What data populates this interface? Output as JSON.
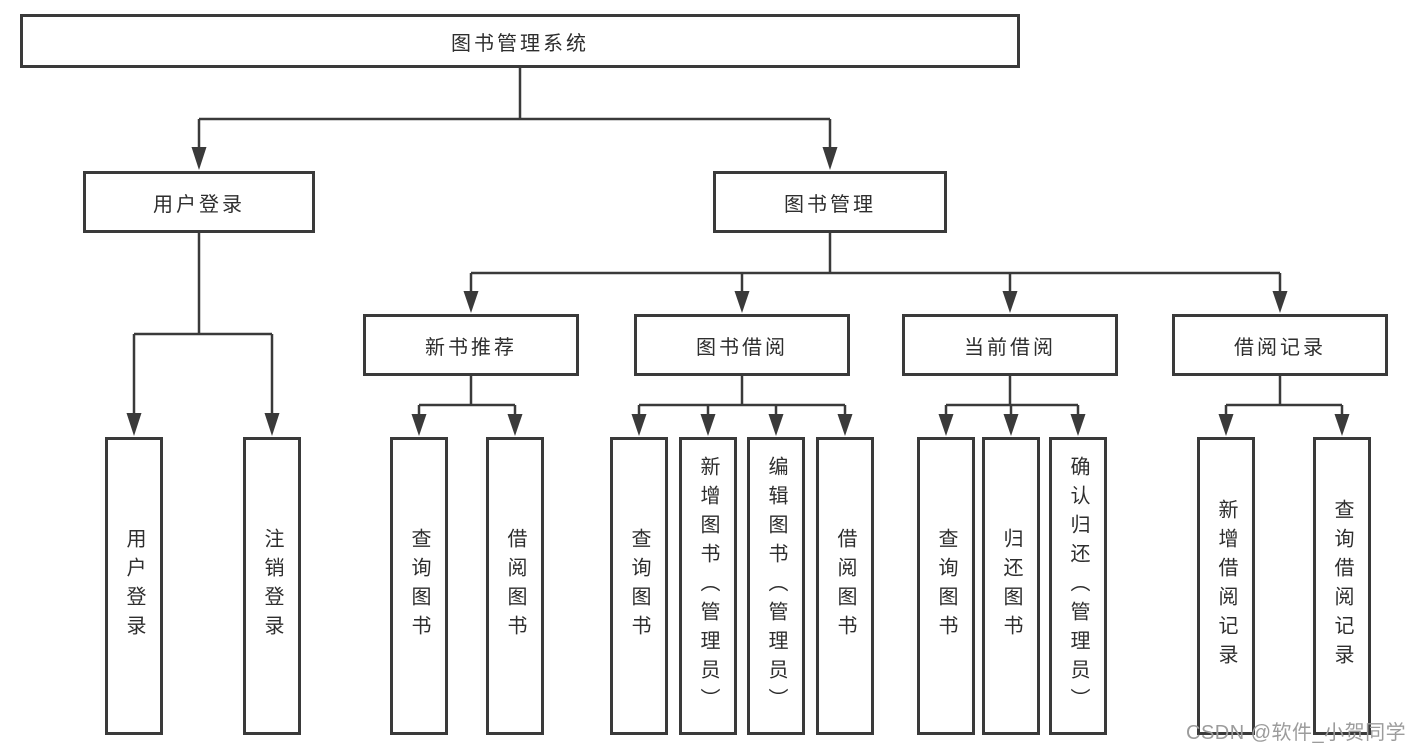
{
  "tree": {
    "root": {
      "label": "图书管理系统",
      "children": [
        {
          "label": "用户登录",
          "children": [
            {
              "label": "用户登录"
            },
            {
              "label": "注销登录"
            }
          ]
        },
        {
          "label": "图书管理",
          "children": [
            {
              "label": "新书推荐",
              "children": [
                {
                  "label": "查询图书"
                },
                {
                  "label": "借阅图书"
                }
              ]
            },
            {
              "label": "图书借阅",
              "children": [
                {
                  "label": "查询图书"
                },
                {
                  "label": "新增图书（管理员）"
                },
                {
                  "label": "编辑图书（管理员）"
                },
                {
                  "label": "借阅图书"
                }
              ]
            },
            {
              "label": "当前借阅",
              "children": [
                {
                  "label": "查询图书"
                },
                {
                  "label": "归还图书"
                },
                {
                  "label": "确认归还（管理员）"
                }
              ]
            },
            {
              "label": "借阅记录",
              "children": [
                {
                  "label": "新增借阅记录"
                },
                {
                  "label": "查询借阅记录"
                }
              ]
            }
          ]
        }
      ]
    }
  },
  "watermark": {
    "text": "CSDN @软件_小贺同学"
  },
  "colors": {
    "line": "#3a3a3a",
    "text": "#2e2e2e",
    "watermark": "#9c9c9c",
    "background": "#ffffff"
  }
}
